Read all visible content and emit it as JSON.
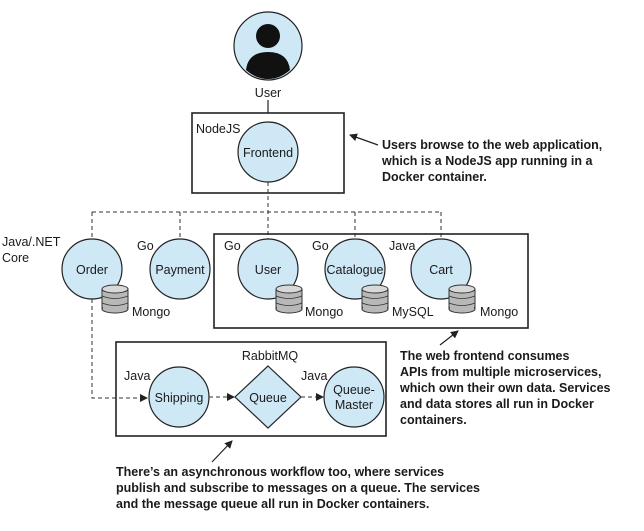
{
  "user": {
    "label": "User"
  },
  "frontend": {
    "tech": "NodeJS",
    "label": "Frontend"
  },
  "services": {
    "order": {
      "tech_line1": "Java/.NET",
      "tech_line2": "Core",
      "label": "Order",
      "db": "Mongo"
    },
    "payment": {
      "tech": "Go",
      "label": "Payment"
    },
    "user": {
      "tech": "Go",
      "label": "User",
      "db": "Mongo"
    },
    "catalogue": {
      "tech": "Go",
      "label": "Catalogue",
      "db": "MySQL"
    },
    "cart": {
      "tech": "Java",
      "label": "Cart",
      "db": "Mongo"
    }
  },
  "messaging": {
    "broker": "RabbitMQ",
    "shipping": {
      "tech": "Java",
      "label": "Shipping"
    },
    "queue": {
      "label": "Queue"
    },
    "queue_master": {
      "tech": "Java",
      "label_line1": "Queue-",
      "label_line2": "Master"
    }
  },
  "annotations": {
    "frontend": [
      "Users browse to the web application,",
      "which is a NodeJS app running in a",
      "Docker container."
    ],
    "services": [
      "The web frontend consumes",
      "APIs from multiple microservices,",
      "which own their own data. Services",
      "and data stores all run in Docker",
      "containers."
    ],
    "messaging": [
      "There’s an asynchronous workflow too, where services",
      "publish and subscribe to messages on a queue. The services",
      "and the message queue all run in Docker containers."
    ]
  },
  "colors": {
    "node_fill": "#cfe8f6",
    "line": "#222222",
    "db": "#b8b8b8"
  }
}
